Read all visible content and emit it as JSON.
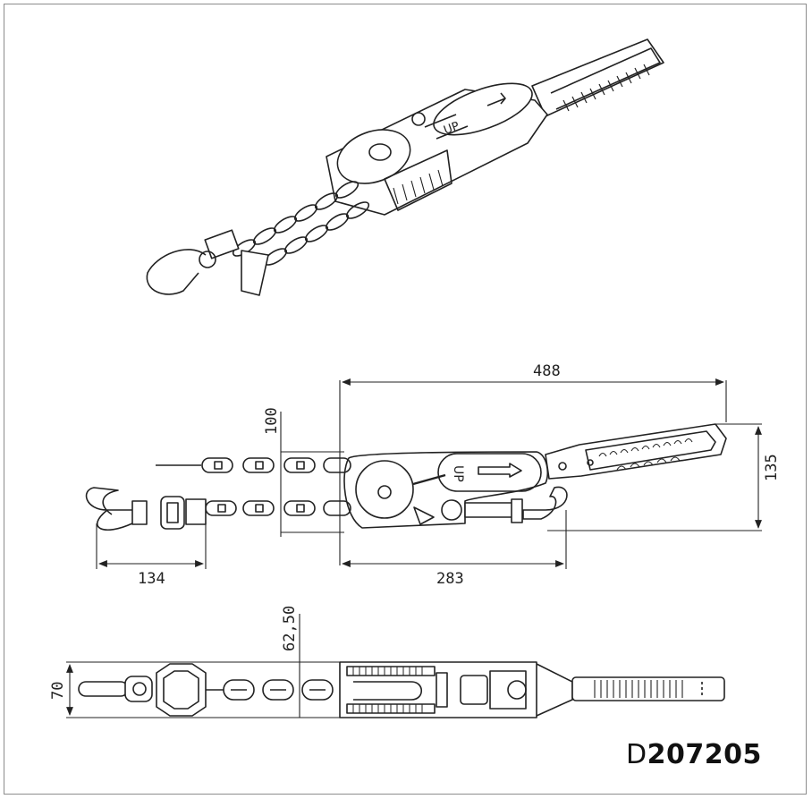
{
  "drawing": {
    "code_prefix": "D",
    "code_number": "207205",
    "arrow_label": "UP"
  },
  "dimensions": {
    "overall_length": "488",
    "height_100": "100",
    "height_135": "135",
    "hook_span": "134",
    "body_length": "283",
    "top_view_offset": "62,50",
    "top_view_width": "70"
  },
  "colors": {
    "line": "#222222",
    "frame": "#8c8c8c",
    "background": "#ffffff"
  }
}
